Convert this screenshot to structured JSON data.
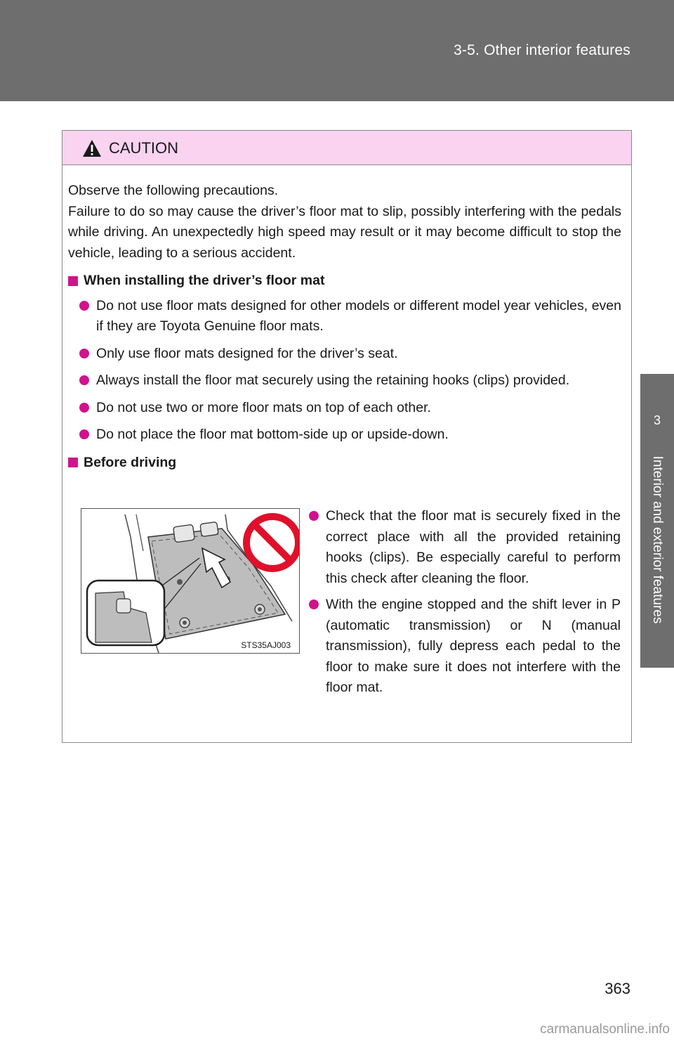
{
  "header": {
    "section": "3-5. Other interior features"
  },
  "side_tab": {
    "number": "3",
    "title": "Interior and exterior features"
  },
  "caution": {
    "title": "CAUTION",
    "intro_1": "Observe the following precautions.",
    "intro_2": "Failure to do so may cause the driver’s floor mat to slip, possibly interfering with the pedals while driving. An unexpectedly high speed may result or it may become difficult to stop the vehicle, leading to a serious accident.",
    "section_1": {
      "heading": "When installing the driver’s floor mat",
      "bullets": [
        "Do not use floor mats designed for other models or different model year vehicles, even if they are Toyota Genuine floor mats.",
        "Only use floor mats designed for the driver’s seat.",
        "Always install the floor mat securely using the retaining hooks (clips) provided.",
        "Do not use two or more floor mats on top of each other.",
        "Do not place the floor mat bottom-side up or upside-down."
      ]
    },
    "section_2": {
      "heading": "Before driving",
      "figure_code": "STS35AJ003",
      "bullets": [
        "Check that the floor mat is securely fixed in the correct place with all the provided retaining hooks (clips). Be especially careful to perform this check after cleaning the floor.",
        "With the engine stopped and the shift lever in P (automatic transmission) or N (manual transmission), fully depress each pedal to the floor to make sure it does not interfere with the floor mat."
      ]
    }
  },
  "page_number": "363",
  "watermark": "carmanualsonline.info",
  "colors": {
    "header_gray": "#6e6e6e",
    "caution_pink": "#f9d3f0",
    "bullet_magenta": "#d0138c",
    "prohibit_red": "#e0102a"
  }
}
